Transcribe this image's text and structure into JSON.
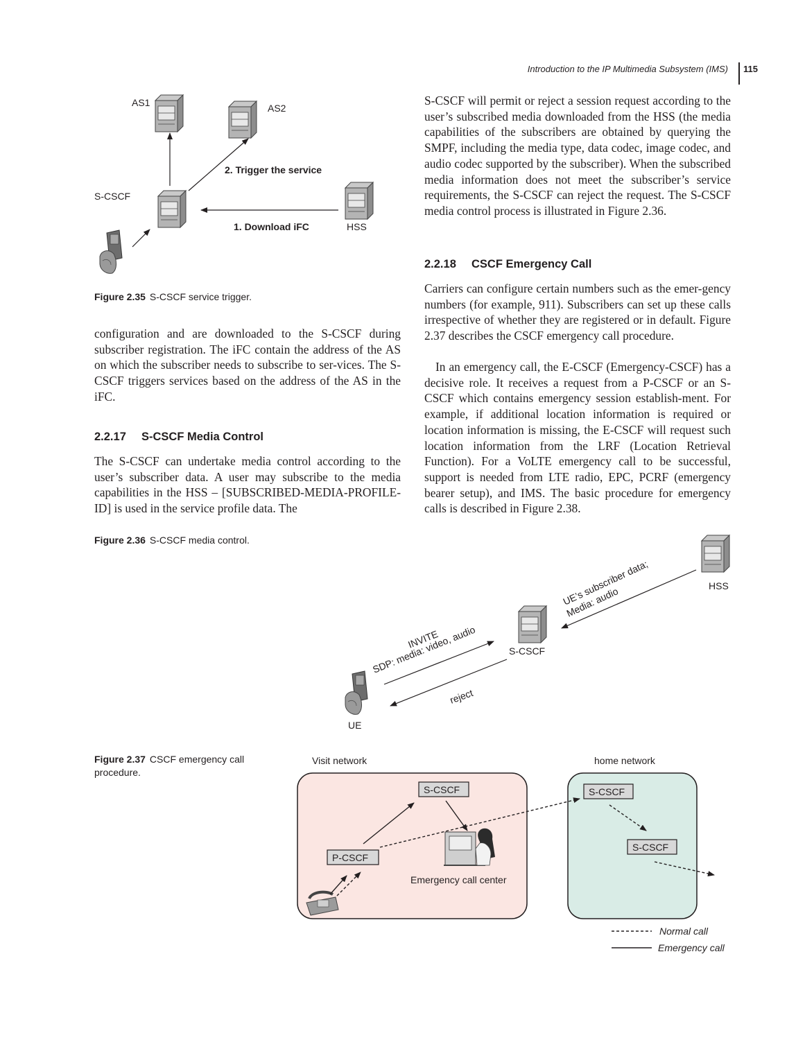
{
  "header": {
    "running_title": "Introduction to the IP Multimedia Subsystem (IMS)",
    "page_number": "115"
  },
  "figure_2_35": {
    "caption_label": "Figure 2.35",
    "caption_text": "S-CSCF service trigger.",
    "labels": {
      "as1": "AS1",
      "as2": "AS2",
      "scscf": "S-CSCF",
      "hss": "HSS",
      "trigger": "2. Trigger the service",
      "download": "1. Download iFC"
    }
  },
  "left_column": {
    "paragraph_1": "configuration and are downloaded to the S-CSCF during subscriber registration. The iFC contain the address of the AS on which the subscriber needs to subscribe to ser-vices. The S-CSCF triggers services based on the address of the AS in the iFC.",
    "section_2_2_17": {
      "number": "2.2.17",
      "title": "S-CSCF Media Control"
    },
    "paragraph_2": "The S-CSCF can undertake media control according to the user’s subscriber data. A user may subscribe to the media capabilities in the HSS – [SUBSCRIBED-MEDIA-PROFILE-ID] is used in the service profile data. The"
  },
  "right_column": {
    "paragraph_1": "S-CSCF will permit or reject a session request according to the user’s subscribed media downloaded from the HSS (the media capabilities of the subscribers are obtained by querying the SMPF, including the media type, data codec, image codec, and audio codec supported by the subscriber). When the subscribed media information does not meet the subscriber’s service requirements, the S-CSCF can reject the request. The S-CSCF media control process is illustrated in Figure 2.36.",
    "section_2_2_18": {
      "number": "2.2.18",
      "title": "CSCF Emergency Call"
    },
    "paragraph_2": "Carriers can configure certain numbers such as the emer-gency numbers (for example, 911). Subscribers can set up these calls irrespective of whether they are registered or in default. Figure 2.37 describes the CSCF emergency call procedure.",
    "paragraph_3": "In an emergency call, the E-CSCF (Emergency-CSCF) has a decisive role. It receives a request from a P-CSCF or an S-CSCF which contains emergency session establish-ment. For example, if additional location information is required or location information is missing, the E-CSCF will request such location information from the LRF (Location Retrieval Function). For a VoLTE emergency call to be successful, support is needed from LTE radio, EPC, PCRF (emergency bearer setup), and IMS. The basic procedure for emergency calls is described in Figure 2.38."
  },
  "figure_2_36": {
    "caption_label": "Figure 2.36",
    "caption_text": "S-CSCF media control.",
    "labels": {
      "hss": "HSS",
      "scscf": "S-CSCF",
      "ue": "UE",
      "subscriber_data_1": "UE’s subscriber data;",
      "subscriber_data_2": "Media: audio",
      "invite_1": "INVITE",
      "invite_2": "SDP: media: video, audio",
      "reject": "reject"
    }
  },
  "figure_2_37": {
    "caption_label": "Figure 2.37",
    "caption_text_1": "CSCF emergency call",
    "caption_text_2": "procedure.",
    "labels": {
      "visit_network": "Visit network",
      "home_network": "home network",
      "scscf_visit": "S-CSCF",
      "pcscf": "P-CSCF",
      "emergency_center": "Emergency call center",
      "scscf_home_1": "S-CSCF",
      "scscf_home_2": "S-CSCF",
      "legend_normal": "Normal call",
      "legend_emergency": "Emergency call"
    },
    "colors": {
      "visit_fill": "#fbe6e2",
      "home_fill": "#d9ece6"
    }
  }
}
